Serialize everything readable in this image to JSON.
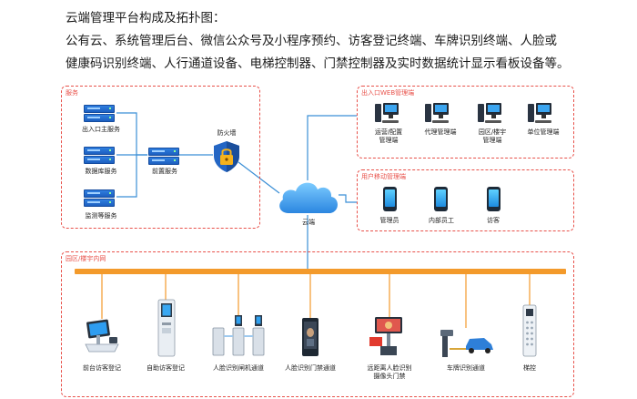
{
  "heading": {
    "line1": "云端管理平台构成及拓扑图：",
    "line2": "公有云、系统管理后台、微信公众号及小程序预约、访客登记终端、车牌识别终端、人脸或",
    "line3": "健康码识别终端、人行通道设备、电梯控制器、门禁控制器及实时数据统计显示看板设备等。"
  },
  "services": {
    "title": "服务",
    "items": [
      "出入口主服务",
      "数据库服务",
      "监测等服务"
    ],
    "frontend": "前置服务",
    "firewall": "防火墙"
  },
  "cloud": {
    "label": "云端"
  },
  "web": {
    "title": "出入口WEB管理端",
    "items": [
      {
        "line1": "运营/配置",
        "line2": "管理端"
      },
      {
        "line1": "代理管理端",
        "line2": ""
      },
      {
        "line1": "园区/楼宇",
        "line2": "管理端"
      },
      {
        "line1": "单位管理端",
        "line2": ""
      }
    ]
  },
  "mobile": {
    "title": "用户移动管理端",
    "items": [
      "管理员",
      "内部员工",
      "访客"
    ]
  },
  "lan": {
    "title": "园区/楼宇内网",
    "devices": [
      {
        "line1": "前台访客登记",
        "line2": ""
      },
      {
        "line1": "自助访客登记",
        "line2": ""
      },
      {
        "line1": "人脸识别闸机通道",
        "line2": ""
      },
      {
        "line1": "人脸识别门禁通道",
        "line2": ""
      },
      {
        "line1": "远距离人脸识别",
        "line2": "摄像头门禁"
      },
      {
        "line1": "车牌识别通道",
        "line2": ""
      },
      {
        "line1": "梯控",
        "line2": ""
      }
    ]
  },
  "colors": {
    "accent": "#e8514a",
    "bus": "#f39a2b",
    "line": "#3b8fd6"
  }
}
